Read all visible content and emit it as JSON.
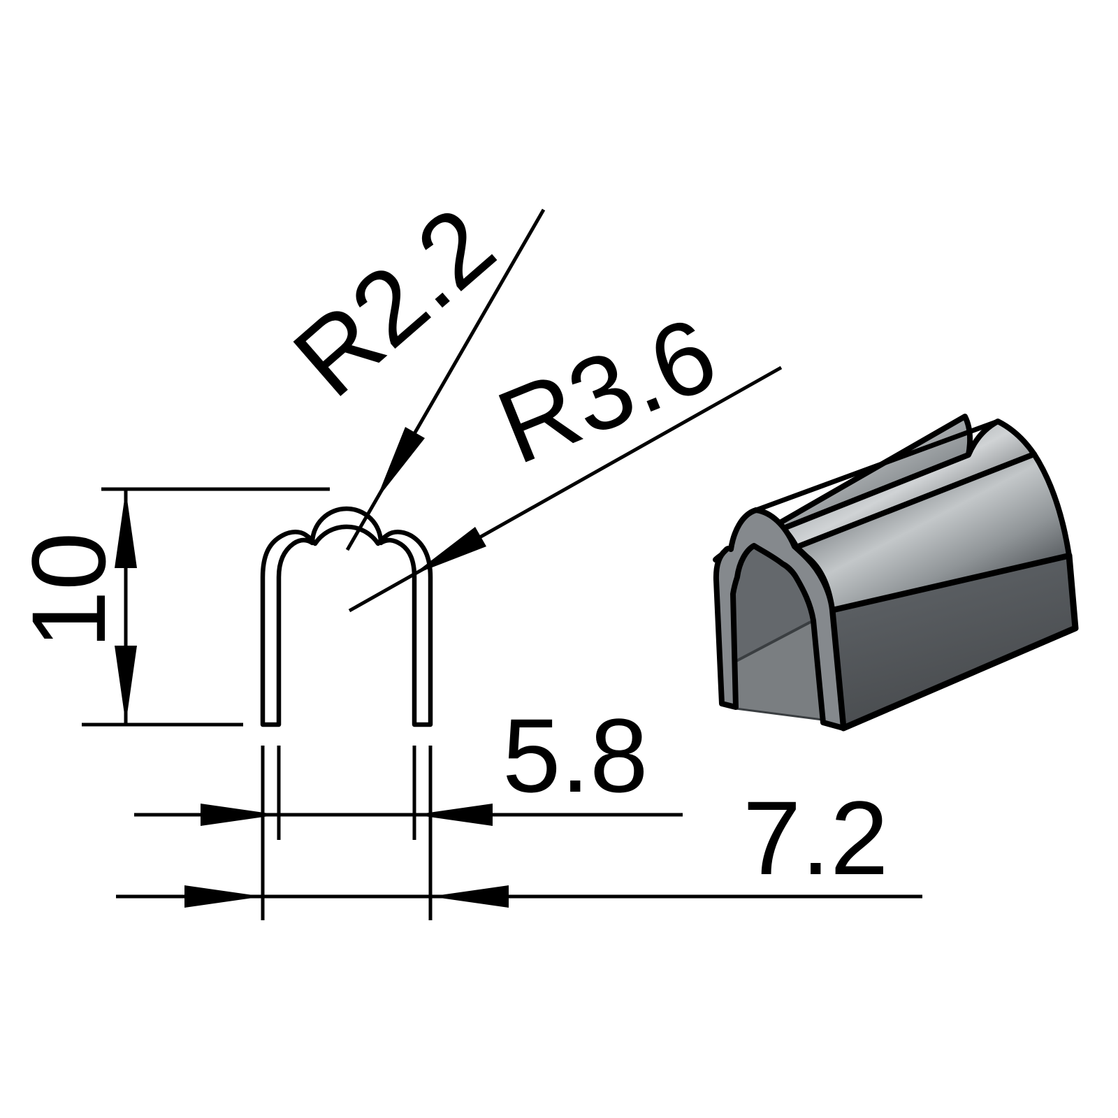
{
  "drawing": {
    "type": "technical-dimension-drawing",
    "background_color": "#ffffff",
    "line_color": "#000000",
    "labels": {
      "radius_small": "R2.2",
      "radius_large": "R3.6",
      "height": "10",
      "width_inner": "5.8",
      "width_outer": "7.2"
    },
    "part_colors": {
      "front_face": "#85898d",
      "interior_dark": "#64686c",
      "interior_light": "#7a7e81",
      "side_panel_top": "#5b5f63",
      "side_panel_bottom": "#494c4f",
      "barrel_highlight": "#d0d3d5",
      "barrel_shadow": "#3e4245",
      "outline": "#000000"
    }
  }
}
